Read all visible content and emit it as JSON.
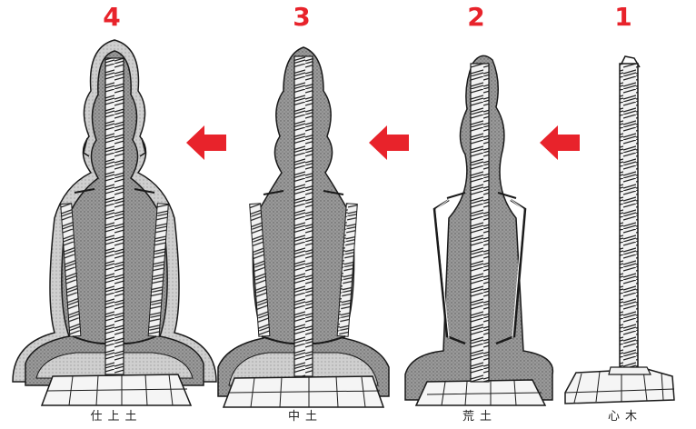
{
  "stages": [
    {
      "number": "4",
      "caption": "仕上土"
    },
    {
      "number": "3",
      "caption": "中土"
    },
    {
      "number": "2",
      "caption": "荒土"
    },
    {
      "number": "1",
      "caption": "心木"
    }
  ],
  "colors": {
    "accent": "#e8232b",
    "clay": "#8c8c8c",
    "clay_light": "#b8b8b8",
    "ink": "#1a1a1a"
  },
  "icons": {
    "arrow": "arrow-left-icon"
  }
}
